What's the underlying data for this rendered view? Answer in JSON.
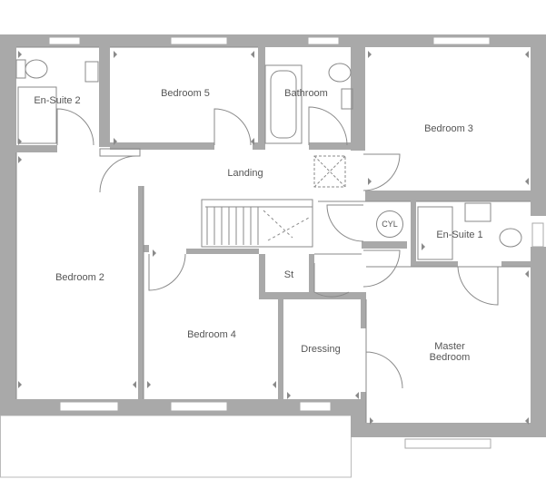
{
  "floorplan": {
    "rooms": {
      "ensuite2": "En-Suite 2",
      "bedroom5": "Bedroom 5",
      "bathroom": "Bathroom",
      "bedroom3": "Bedroom 3",
      "landing": "Landing",
      "bedroom2": "Bedroom 2",
      "ensuite1": "En-Suite 1",
      "store": "St",
      "bedroom4": "Bedroom 4",
      "dressing": "Dressing",
      "master_line1": "Master",
      "master_line2": "Bedroom"
    },
    "fixtures": {
      "cylinder": "CYL"
    },
    "colors": {
      "wall": "#a9a9a9",
      "window": "#ffffff",
      "line": "#8a8a8a",
      "text": "#555555"
    }
  }
}
